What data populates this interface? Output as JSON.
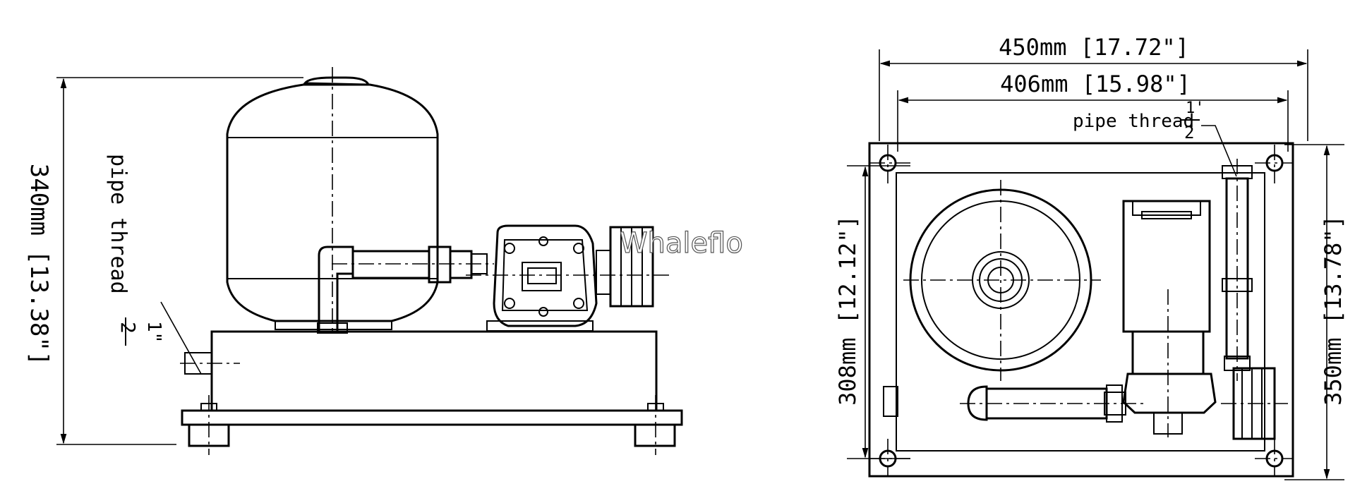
{
  "watermark": "Whaleflo",
  "side_view": {
    "height_dim": "340mm [13.38\"]",
    "pipe_label": "pipe thread",
    "fraction_num": "1\"",
    "fraction_den": "2"
  },
  "top_view": {
    "overall_width_dim": "450mm [17.72\"]",
    "mount_width_dim": "406mm [15.98\"]",
    "mount_depth_dim": "308mm [12.12\"]",
    "overall_depth_dim": "350mm [13.78\"]",
    "pipe_label": "pipe thread",
    "fraction_num": "1'",
    "fraction_den": "2"
  }
}
